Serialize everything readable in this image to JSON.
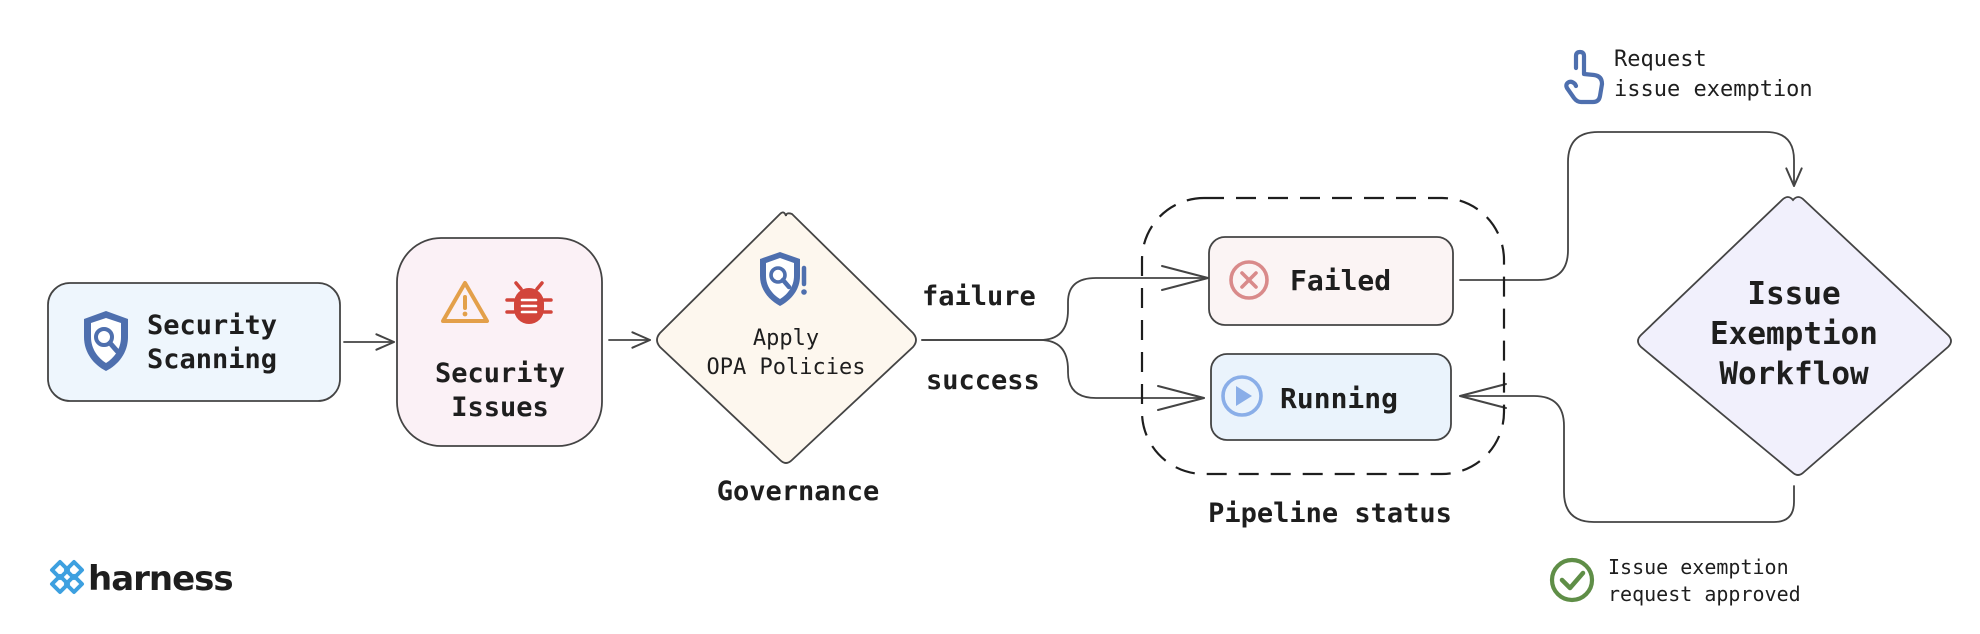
{
  "nodes": {
    "security_scanning": {
      "line1": "Security",
      "line2": "Scanning",
      "icon": "shield-search-icon"
    },
    "security_issues": {
      "line1": "Security",
      "line2": "Issues",
      "icons": [
        "warning-icon",
        "bug-icon"
      ]
    },
    "apply_opa": {
      "line1": "Apply",
      "line2": "OPA Policies",
      "caption": "Governance",
      "icon": "shield-alert-icon"
    },
    "failed": {
      "label": "Failed",
      "icon": "x-circle-icon"
    },
    "running": {
      "label": "Running",
      "icon": "play-circle-icon"
    },
    "pipeline_status": {
      "caption": "Pipeline status"
    },
    "issue_exemption": {
      "line1": "Issue",
      "line2": "Exemption",
      "line3": "Workflow"
    }
  },
  "edges": {
    "failure": "failure",
    "success": "success"
  },
  "annotations": {
    "request": {
      "line1": "Request",
      "line2": "issue exemption",
      "icon": "tap-hand-icon"
    },
    "approved": {
      "line1": "Issue exemption",
      "line2": "request approved",
      "icon": "check-circle-icon"
    }
  },
  "logo": {
    "text": "harness",
    "icon": "harness-logo-icon"
  },
  "colors": {
    "scanning_fill": "#eef6fd",
    "issues_fill": "#fbf1f6",
    "opa_fill": "#fdf7ee",
    "failed_fill": "#fbf4f4",
    "running_fill": "#eaf3fc",
    "workflow_fill": "#f1f0fc",
    "stroke": "#444444",
    "shield_blue": "#4e6fae",
    "warning_orange": "#e3a04a",
    "bug_red": "#d2453b",
    "failed_red": "#d98a8a",
    "running_blue": "#8aaee8",
    "approved_green": "#5f8e47",
    "logo_blue": "#3da0e0"
  }
}
